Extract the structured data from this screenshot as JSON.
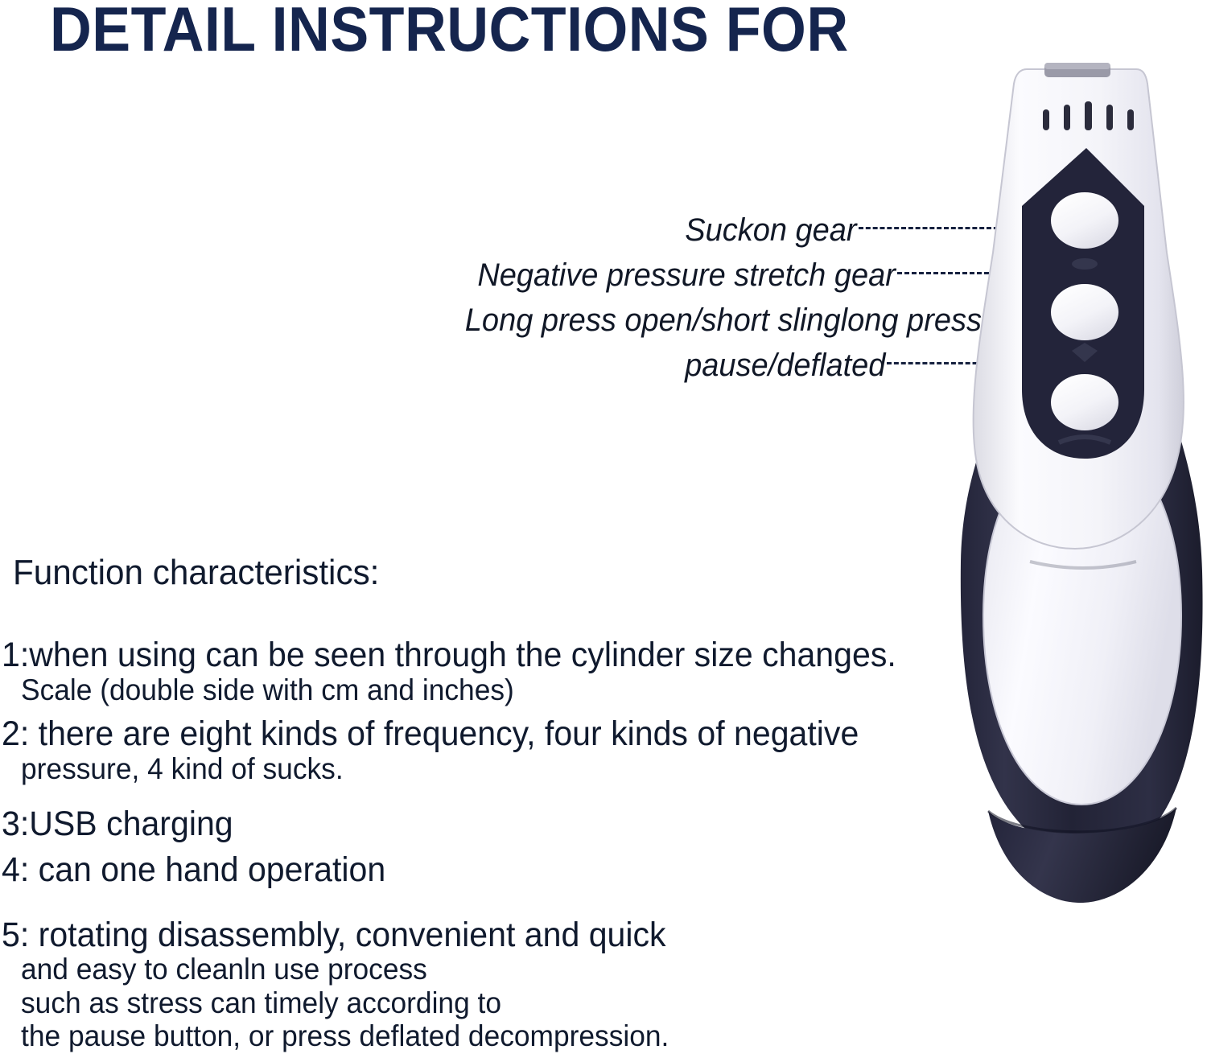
{
  "title": "DETAIL INSTRUCTIONS FOR",
  "colors": {
    "title": "#15254e",
    "body_text": "#101a2e",
    "leader_line": "#16213f",
    "device_dark": "#2a2b3c",
    "device_white": "#f2f2f6",
    "background": "#ffffff"
  },
  "callouts": [
    {
      "label": "Suckon gear",
      "leader": "dashed"
    },
    {
      "label": "Negative pressure stretch gear",
      "leader": "dashed"
    },
    {
      "label": "Long press open/short slinglong press",
      "leader": "none"
    },
    {
      "label": "pause/deflated",
      "leader": "dashed"
    }
  ],
  "body": {
    "heading": "Function characteristics:",
    "items": [
      {
        "main": "1:when using can be seen through the cylinder size changes.",
        "subs": [
          "Scale (double side with cm and inches)"
        ]
      },
      {
        "main": "2: there are eight kinds of frequency, four kinds of negative",
        "subs": [
          "pressure, 4 kind of sucks."
        ]
      },
      {
        "main": "3:USB charging",
        "subs": []
      },
      {
        "main": "4: can one hand operation",
        "subs": []
      },
      {
        "main": "5: rotating disassembly, convenient and quick",
        "subs": [
          "and easy to cleanln use process",
          "such as stress can timely according to",
          "the pause button, or press deflated decompression."
        ]
      }
    ]
  },
  "product": {
    "name": "handheld-suction-massager",
    "parts": {
      "top_tab": "top-tab",
      "vents": "vent-slots",
      "control_panel": "control-panel",
      "buttons": [
        "suction-button",
        "pressure-button",
        "power-button"
      ],
      "body_panel": "white-oval-panel",
      "base_cap": "base-cap"
    },
    "vent_count": 5,
    "button_count": 3
  }
}
